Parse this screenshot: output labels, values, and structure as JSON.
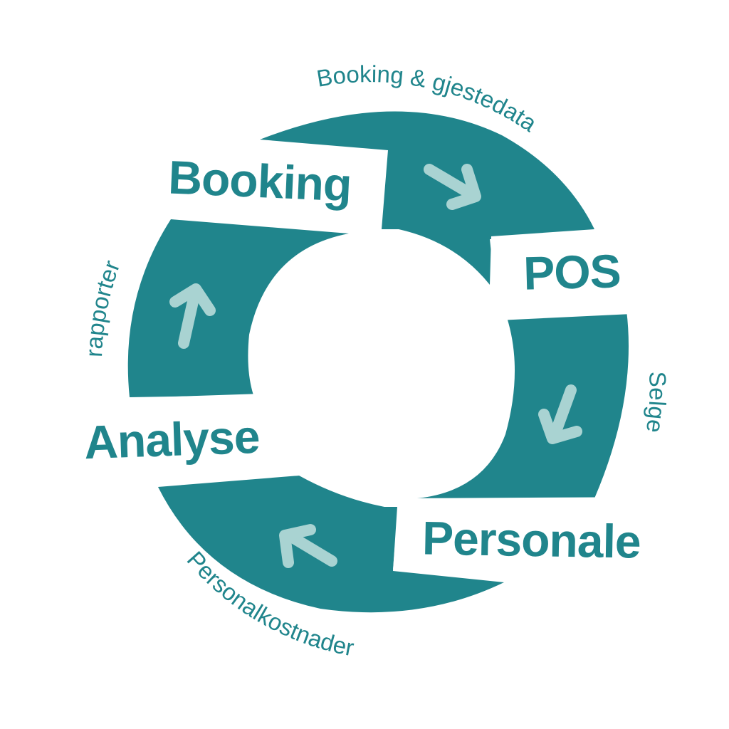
{
  "colors": {
    "ring": "#20858c",
    "arrow": "#a9d3d2",
    "stage_text": "#20858c",
    "flow_text": "#20858c",
    "background": "#ffffff"
  },
  "stages": [
    {
      "id": "booking",
      "label": "Booking"
    },
    {
      "id": "pos",
      "label": "POS"
    },
    {
      "id": "personale",
      "label": "Personale"
    },
    {
      "id": "analyse",
      "label": "Analyse"
    }
  ],
  "flows": [
    {
      "id": "booking-to-pos",
      "label": "Booking & gjestedata",
      "arrow_icon": "arrow-down-right-icon"
    },
    {
      "id": "pos-to-personale",
      "label": "Selge",
      "arrow_icon": "arrow-down-left-icon"
    },
    {
      "id": "personale-to-analyse",
      "label": "Personalkostnader",
      "arrow_icon": "arrow-up-left-icon"
    },
    {
      "id": "analyse-to-booking",
      "label": "rapporter",
      "arrow_icon": "arrow-up-icon"
    }
  ]
}
